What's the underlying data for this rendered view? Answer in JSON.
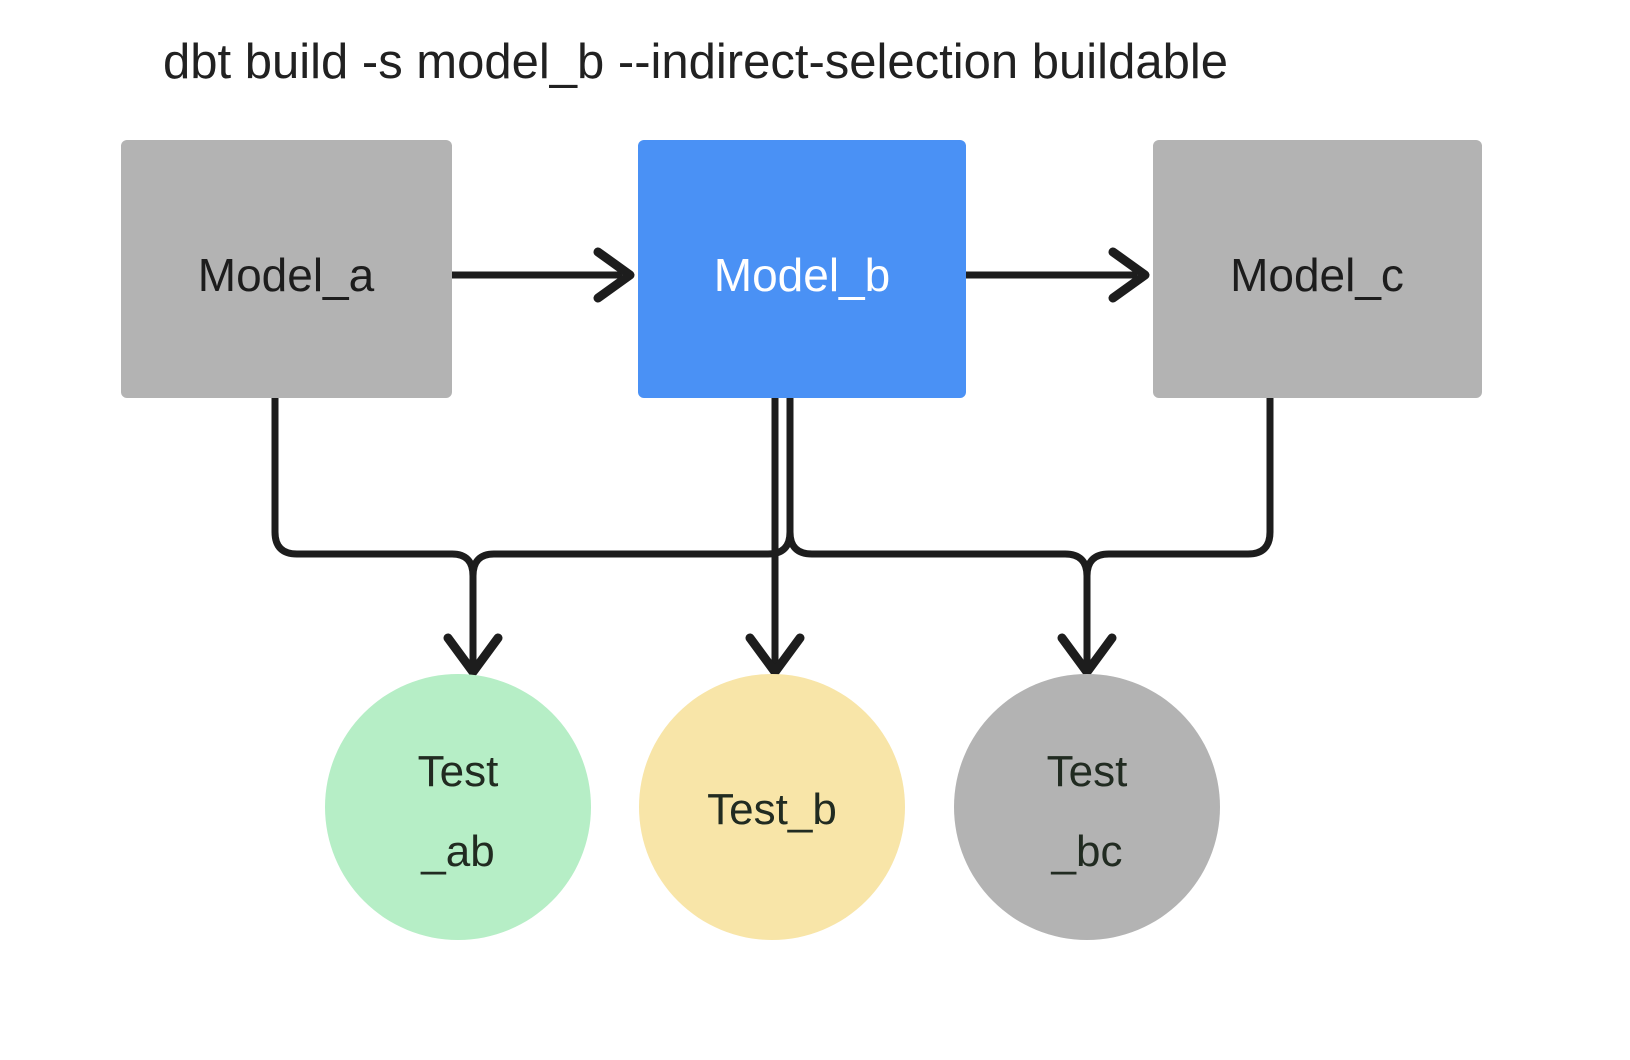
{
  "diagram": {
    "title": "dbt build -s model_b --indirect-selection buildable",
    "background_color": "#ffffff",
    "edge_color": "#1d1d1d",
    "models": [
      {
        "id": "model_a",
        "label": "Model_a",
        "shape": "rectangle",
        "fill": "#b3b3b3",
        "text_color": "#1d1d1d",
        "selected": false
      },
      {
        "id": "model_b",
        "label": "Model_b",
        "shape": "rectangle",
        "fill": "#4a91f5",
        "text_color": "#ffffff",
        "selected": true
      },
      {
        "id": "model_c",
        "label": "Model_c",
        "shape": "rectangle",
        "fill": "#b3b3b3",
        "text_color": "#1d1d1d",
        "selected": false
      }
    ],
    "tests": [
      {
        "id": "test_ab",
        "label_line1": "Test",
        "label_line2": "_ab",
        "shape": "circle",
        "fill": "#b6eec6",
        "text_color": "#212b21",
        "status": "green"
      },
      {
        "id": "test_b",
        "label_line1": "Test_b",
        "label_line2": "",
        "shape": "circle",
        "fill": "#f8e5a8",
        "text_color": "#212b21",
        "status": "yellow"
      },
      {
        "id": "test_bc",
        "label_line1": "Test",
        "label_line2": "_bc",
        "shape": "circle",
        "fill": "#b3b3b3",
        "text_color": "#212b21",
        "status": "gray"
      }
    ],
    "edges": [
      {
        "id": "edge-model-a-to-model-b",
        "from": "model_a",
        "to": "model_b",
        "style": "straight-horizontal"
      },
      {
        "id": "edge-model-b-to-model-c",
        "from": "model_b",
        "to": "model_c",
        "style": "straight-horizontal"
      },
      {
        "id": "edge-model-a-to-test-ab",
        "from": "model_a",
        "to": "test_ab",
        "style": "orthogonal"
      },
      {
        "id": "edge-model-b-to-test-ab",
        "from": "model_b",
        "to": "test_ab",
        "style": "orthogonal"
      },
      {
        "id": "edge-model-b-to-test-b",
        "from": "model_b",
        "to": "test_b",
        "style": "straight-vertical"
      },
      {
        "id": "edge-model-b-to-test-bc",
        "from": "model_b",
        "to": "test_bc",
        "style": "orthogonal"
      },
      {
        "id": "edge-model-c-to-test-bc",
        "from": "model_c",
        "to": "test_bc",
        "style": "orthogonal"
      }
    ]
  }
}
